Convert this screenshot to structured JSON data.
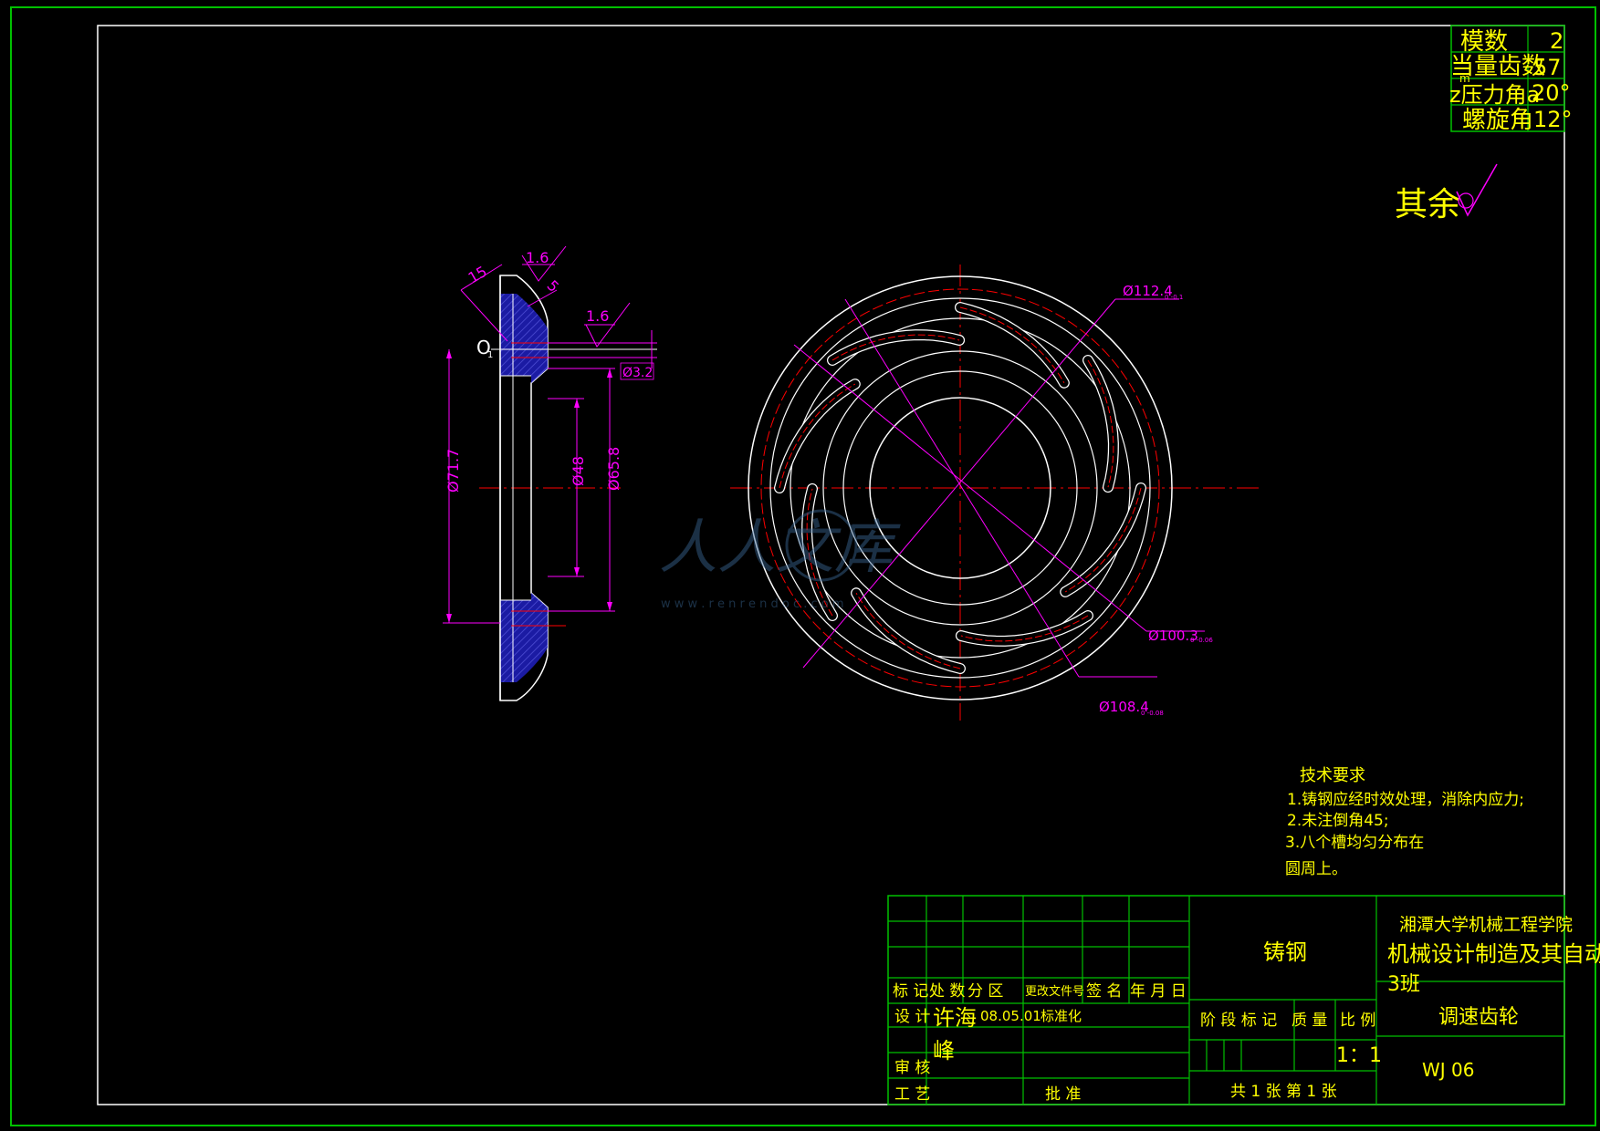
{
  "param_table": {
    "rows": [
      {
        "label": "模数",
        "value": "2"
      },
      {
        "label": "当量齿数",
        "value": "57"
      },
      {
        "label": "z压力角a",
        "value": "20°"
      },
      {
        "label": "螺旋角",
        "value": "12°"
      }
    ],
    "label_prefix_small": "m",
    "row3_prefix": "z"
  },
  "roughness_rest": {
    "text": "其余"
  },
  "side_view": {
    "dims": {
      "angle_15": "15",
      "radius_5": "5",
      "roughness_top": "1.6",
      "roughness_mid": "1.6",
      "o_label": "O",
      "o_sub": "1",
      "d32": "Ø3.2",
      "d717": "Ø71.7",
      "d48": "Ø48",
      "d658": "Ø65.8"
    }
  },
  "front_view": {
    "dims": {
      "d1124": "Ø112.4",
      "d1124_tol": "0\n-0.1",
      "d1003": "Ø100.3",
      "d1003_tol": "0\n-0.06",
      "d1084": "Ø108.4",
      "d1084_tol": "0\n-0.08"
    },
    "slot_count": 8
  },
  "watermark": {
    "text": "人人文库",
    "url": "w w w . r e n r e n d o c . c o m"
  },
  "tech_req": {
    "title": "技术要求",
    "items": [
      "1.铸钢应经时效处理，消除内应力;",
      "2.未注倒角45;",
      "3.八个槽均匀分布在",
      "圆周上。"
    ]
  },
  "title_block": {
    "rev_headers": [
      "标 记",
      "处 数",
      "分  区",
      "更改文件号",
      "签 名",
      "年 月 日"
    ],
    "design_label": "设 计",
    "designer": "许海峰",
    "designer_line1": "许海",
    "designer_line2": "峰",
    "date": "08.05.01",
    "std_label": "标准化",
    "review_label": "审 核",
    "process_label": "工 艺",
    "approve_label": "批 准",
    "material": "铸钢",
    "stage_label": "阶 段 标 记",
    "mass_label": "质 量",
    "scale_label": "比 例",
    "scale": "1：1",
    "sheets": "共 1  张  第 1  张",
    "school": "湘潭大学机械工程学院",
    "major": "机械设计制造及其自动化",
    "class": "3班",
    "part_name": "调速齿轮",
    "drawing_no": "WJ 06"
  },
  "colors": {
    "frame_green": "#00c000",
    "line_white": "#ffffff",
    "text_yellow": "#ffff00",
    "dim_magenta": "#ff00ff",
    "center_red": "#ff0000",
    "hatch_blue": "#3030ff"
  }
}
